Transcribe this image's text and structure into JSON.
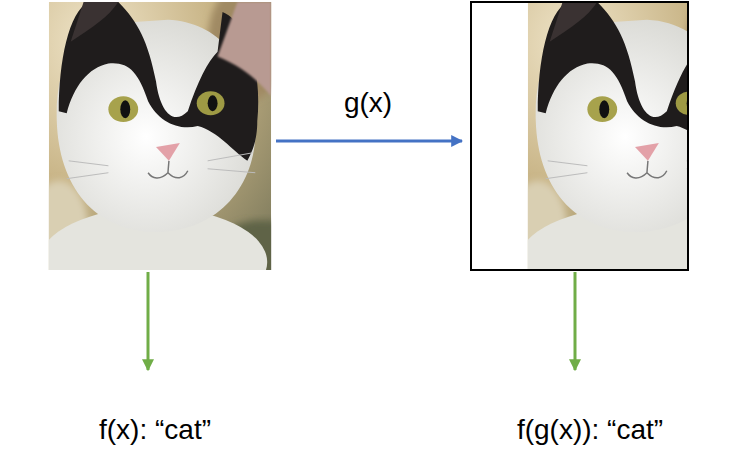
{
  "diagram": {
    "labels": [
      "g(x)",
      "f(x): “cat”",
      "f(g(x)): “cat”"
    ]
  }
}
